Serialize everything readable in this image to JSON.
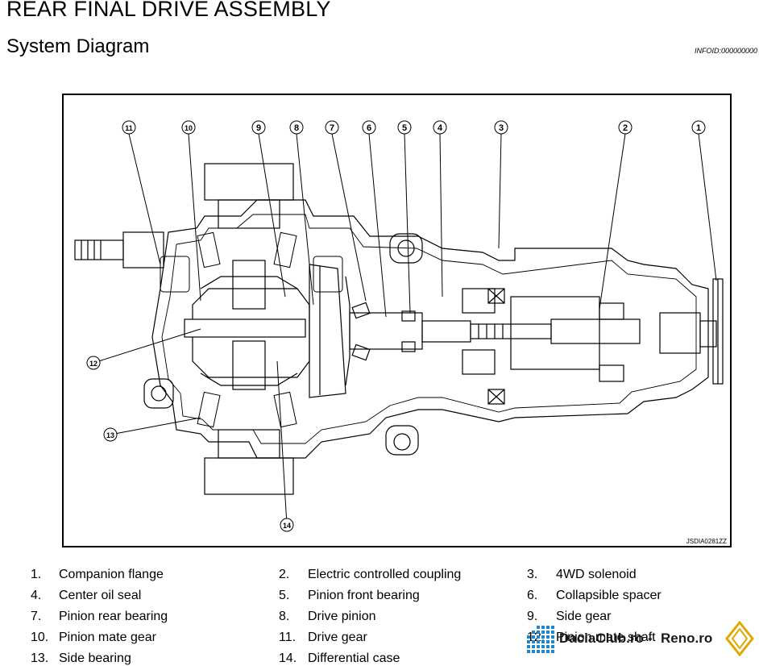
{
  "header": {
    "title": "REAR FINAL DRIVE ASSEMBLY",
    "subtitle": "System Diagram",
    "info_id": "INFOID:000000000"
  },
  "figure": {
    "code": "JSDIA0281ZZ",
    "callouts": [
      "11",
      "10",
      "9",
      "8",
      "7",
      "6",
      "5",
      "4",
      "3",
      "2",
      "1",
      "12",
      "13",
      "14"
    ]
  },
  "legend": [
    {
      "num": "1.",
      "label": "Companion flange"
    },
    {
      "num": "2.",
      "label": "Electric controlled coupling"
    },
    {
      "num": "3.",
      "label": "4WD solenoid"
    },
    {
      "num": "4.",
      "label": "Center oil seal"
    },
    {
      "num": "5.",
      "label": "Pinion front bearing"
    },
    {
      "num": "6.",
      "label": "Collapsible spacer"
    },
    {
      "num": "7.",
      "label": "Pinion rear bearing"
    },
    {
      "num": "8.",
      "label": "Drive pinion"
    },
    {
      "num": "9.",
      "label": "Side gear"
    },
    {
      "num": "10.",
      "label": "Pinion mate gear"
    },
    {
      "num": "11.",
      "label": "Drive gear"
    },
    {
      "num": "12.",
      "label": "Pinion mate shaft"
    },
    {
      "num": "13.",
      "label": "Side bearing"
    },
    {
      "num": "14.",
      "label": "Differential case"
    }
  ],
  "watermark": {
    "site1": "DaciaClub.ro",
    "separator": "-",
    "site2": "Reno.ro",
    "colors": {
      "blue": "#1f86c8",
      "dark": "#1a1a1a",
      "gold": "#e0a800"
    }
  }
}
